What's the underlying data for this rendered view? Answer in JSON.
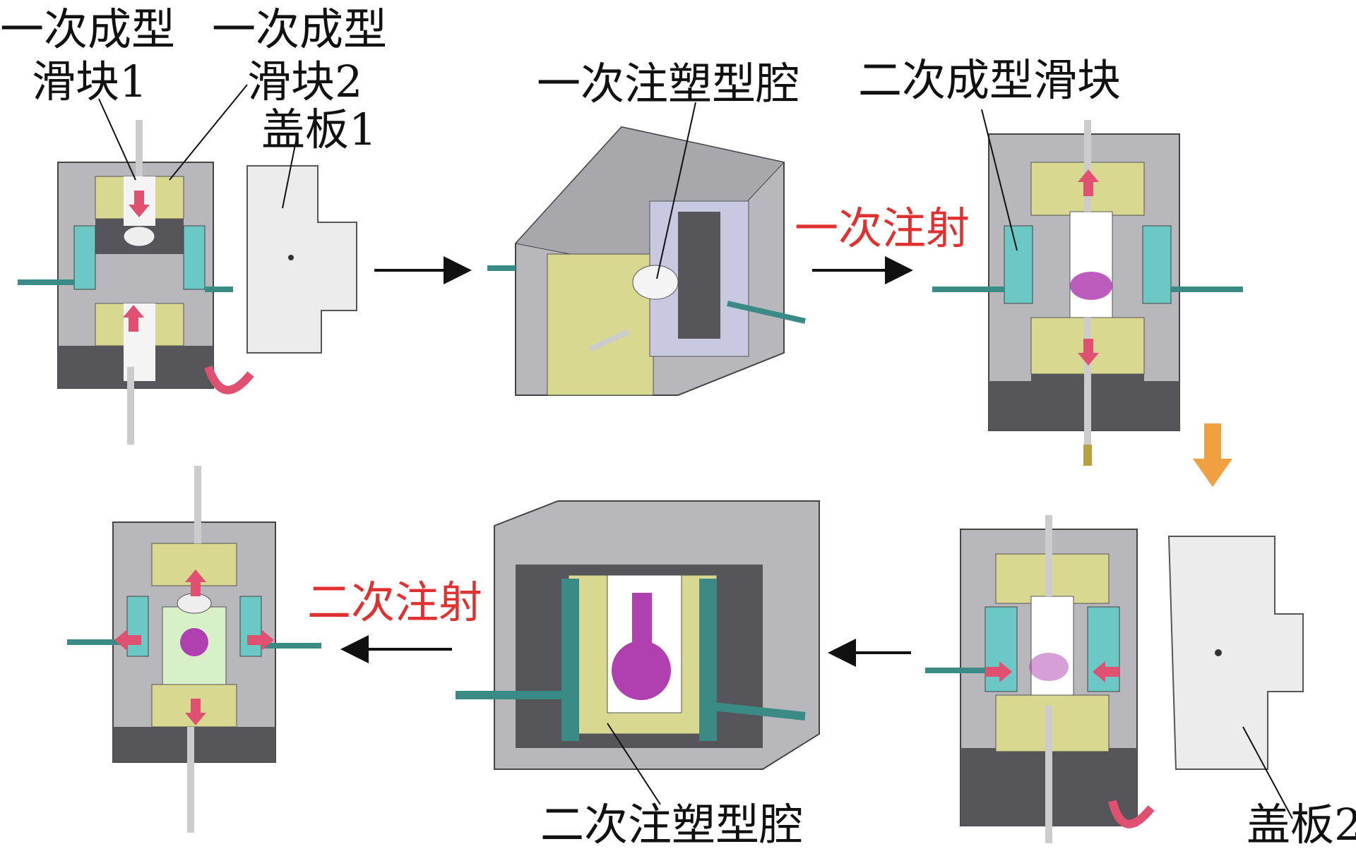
{
  "labels": {
    "slider1": "一次成型滑块1",
    "slider1_line1": "一次成型",
    "slider1_line2": "滑块1",
    "slider2_line1": "一次成型",
    "slider2_line2": "滑块2",
    "cover1": "盖板1",
    "cavity1": "一次注塑型腔",
    "slider_second": "二次成型滑块",
    "inject1": "一次注射",
    "inject2": "二次注射",
    "cavity2": "二次注塑型腔",
    "cover2": "盖板2"
  },
  "colors": {
    "mold_gray": "#b8b8bc",
    "mold_dark": "#55555a",
    "olive": "#d8d890",
    "teal": "#6cc8c4",
    "rod": "#3a8a86",
    "part_magenta": "#b040b0",
    "arrow_pink": "#e05070",
    "flow_orange": "#f0a040",
    "label_red": "#e03030"
  }
}
